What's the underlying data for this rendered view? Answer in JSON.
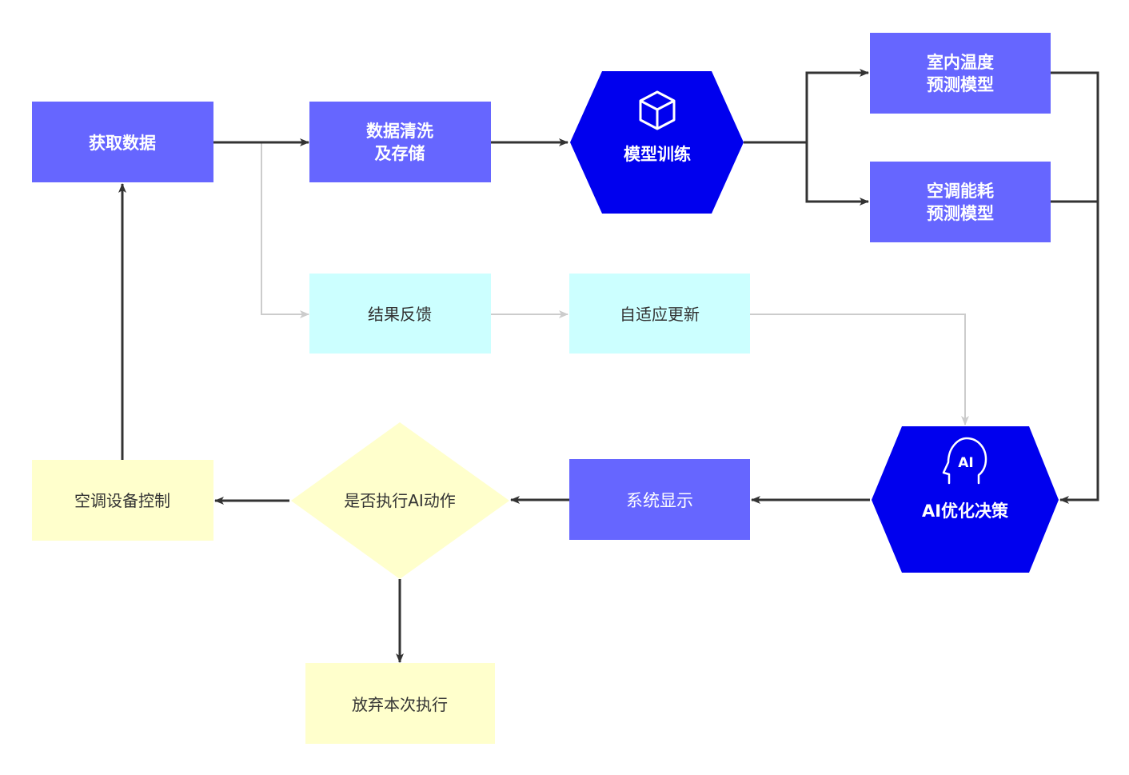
{
  "colors": {
    "process": "#6666ff",
    "model": "#0000ee",
    "feedback": "#ccffff",
    "control": "#ffffcc",
    "arrow_dark": "#333333",
    "arrow_light": "#cccccc",
    "text_light": "#ffffff",
    "text_dark": "#333333"
  },
  "nodes": {
    "get_data": "获取数据",
    "clean_store_1": "数据清洗",
    "clean_store_2": "及存储",
    "model_training": "模型训练",
    "indoor_temp_1": "室内温度",
    "indoor_temp_2": "预测模型",
    "ac_energy_1": "空调能耗",
    "ac_energy_2": "预测模型",
    "result_feedback": "结果反馈",
    "adaptive_update": "自适应更新",
    "ai_decision": "AI优化决策",
    "ai_icon_text": "AI",
    "system_display": "系统显示",
    "execute_ai": "是否执行AI动作",
    "ac_control": "空调设备控制",
    "abandon": "放弃本次执行"
  },
  "icons": {
    "model_training": "cube-icon",
    "ai_decision": "ai-head-icon"
  }
}
